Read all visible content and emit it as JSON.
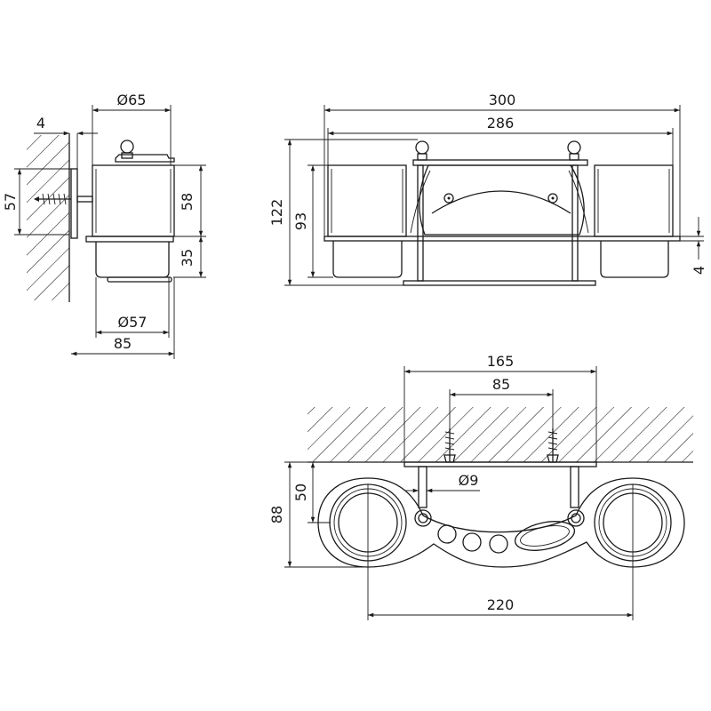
{
  "side_view": {
    "wall_gap": "4",
    "cup_diameter_top": "Ø65",
    "screw_height": "57",
    "cup_height": "58",
    "base_height": "35",
    "cup_diameter_bottom": "Ø57",
    "depth": "85"
  },
  "front_view": {
    "overall_width": "300",
    "inner_width": "286",
    "overall_height": "122",
    "cup_height": "93",
    "rail_thickness": "4"
  },
  "top_view": {
    "bracket_width": "165",
    "screw_spacing": "85",
    "rod_diameter": "Ø9",
    "wall_offset": "50",
    "overall_depth": "88",
    "ring_spacing": "220"
  }
}
